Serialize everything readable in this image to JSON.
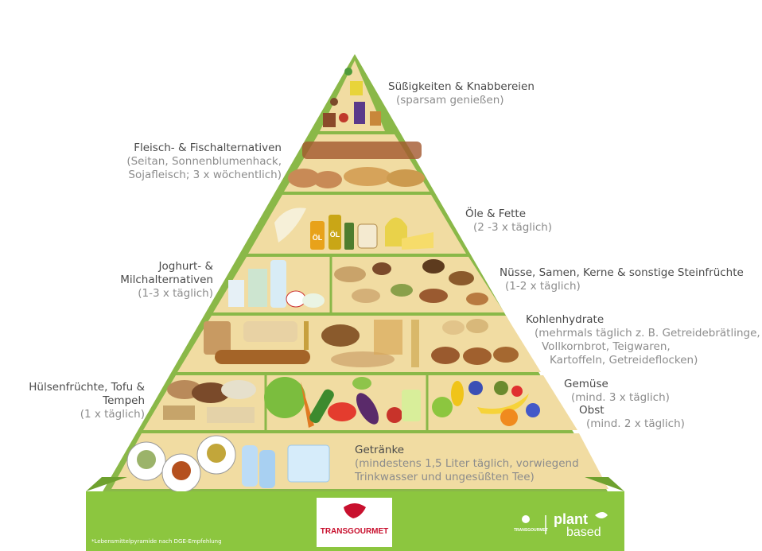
{
  "tiers": [
    {
      "title": "Süßigkeiten & Knabbereien",
      "sub": "(sparsam genießen)"
    },
    {
      "title": "Fleisch- & Fischalternativen",
      "sub1": "(Seitan, Sonnenblumenhack,",
      "sub2": "Sojafleisch; 3 x wöchentlich)"
    },
    {
      "title": "Öle & Fette",
      "sub": "(2 -3 x täglich)"
    },
    {
      "title1": "Joghurt- &",
      "title2": "Milchalternativen",
      "sub": "(1-3 x täglich)"
    },
    {
      "title": "Nüsse, Samen, Kerne & sonstige Steinfrüchte",
      "sub": "(1-2 x täglich)"
    },
    {
      "title": "Kohlenhydrate",
      "sub1": "(mehrmals täglich z. B. Getreidebrätlinge,",
      "sub2": "Vollkornbrot, Teigwaren,",
      "sub3": "Kartoffeln, Getreideflocken)"
    },
    {
      "title1": "Hülsenfrüchte, Tofu &",
      "title2": "Tempeh",
      "sub": "(1 x täglich)"
    },
    {
      "title": "Gemüse",
      "sub": "(mind. 3 x täglich)"
    },
    {
      "title": "Obst",
      "sub": "(mind. 2 x täglich)"
    },
    {
      "title": "Getränke",
      "sub1": "(mindestens 1,5 Liter täglich, vorwiegend",
      "sub2": "Trinkwasser und ungesüßten Tee)"
    }
  ],
  "bottle_label": "ÖL",
  "footer": {
    "note": "*Lebensmittelpyramide nach DGE-Empfehlung",
    "brand": "TRANSGOURMET",
    "brand_small": "TRANSGOURMET",
    "plant": "plant",
    "based": "based"
  },
  "colors": {
    "band": "#f0dba0",
    "edge": "#8ab848",
    "green": "#8cc63f",
    "dark": "#6ea12e"
  }
}
